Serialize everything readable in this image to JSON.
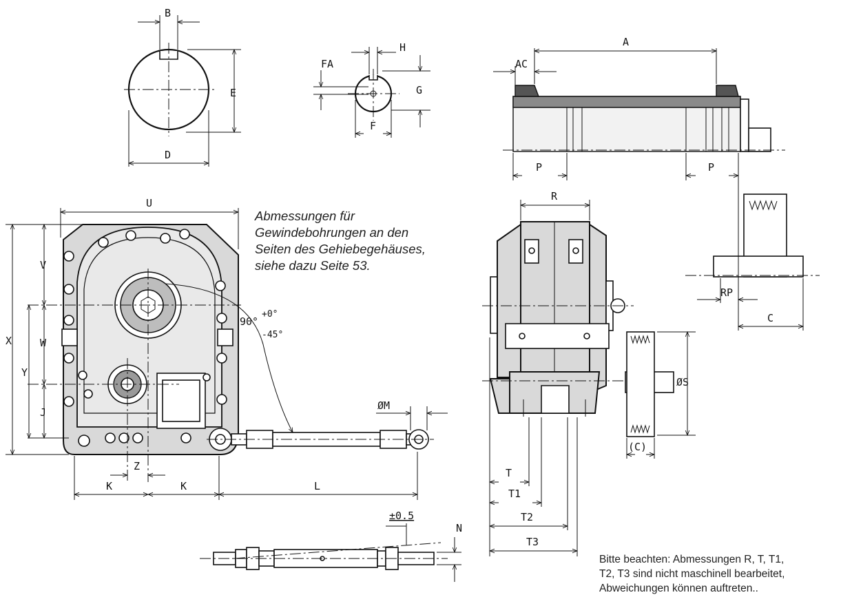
{
  "notes": {
    "threaded_holes": [
      "Abmessungen für",
      "Gewindebohrungen an den",
      "Seiten des Gehiebegehäuses,",
      "siehe dazu Seite 53."
    ],
    "unmachined": [
      "Bitte beachten: Abmessungen R, T, T1,",
      "T2, T3 sind nicht maschinell bearbeitet,",
      "Abweichungen können auftreten.."
    ]
  },
  "dimensions": {
    "B": "B",
    "E": "E",
    "D": "D",
    "H": "H",
    "FA": "FA",
    "G": "G",
    "F": "F",
    "A": "A",
    "AC": "AC",
    "P1": "P",
    "P2": "P",
    "RP": "RP",
    "C": "C",
    "U": "U",
    "V": "V",
    "W": "W",
    "X": "X",
    "Y": "Y",
    "J": "J",
    "Z": "Z",
    "K1": "K",
    "K2": "K",
    "L": "L",
    "M": "ØM",
    "angle": "90°",
    "angle_plus": "+0°",
    "angle_minus": "-45°",
    "R": "R",
    "S": "ØS",
    "C_paren": "(C)",
    "T": "T",
    "T1": "T1",
    "T2": "T2",
    "T3": "T3",
    "tolerance": "±0.5",
    "N": "N"
  }
}
